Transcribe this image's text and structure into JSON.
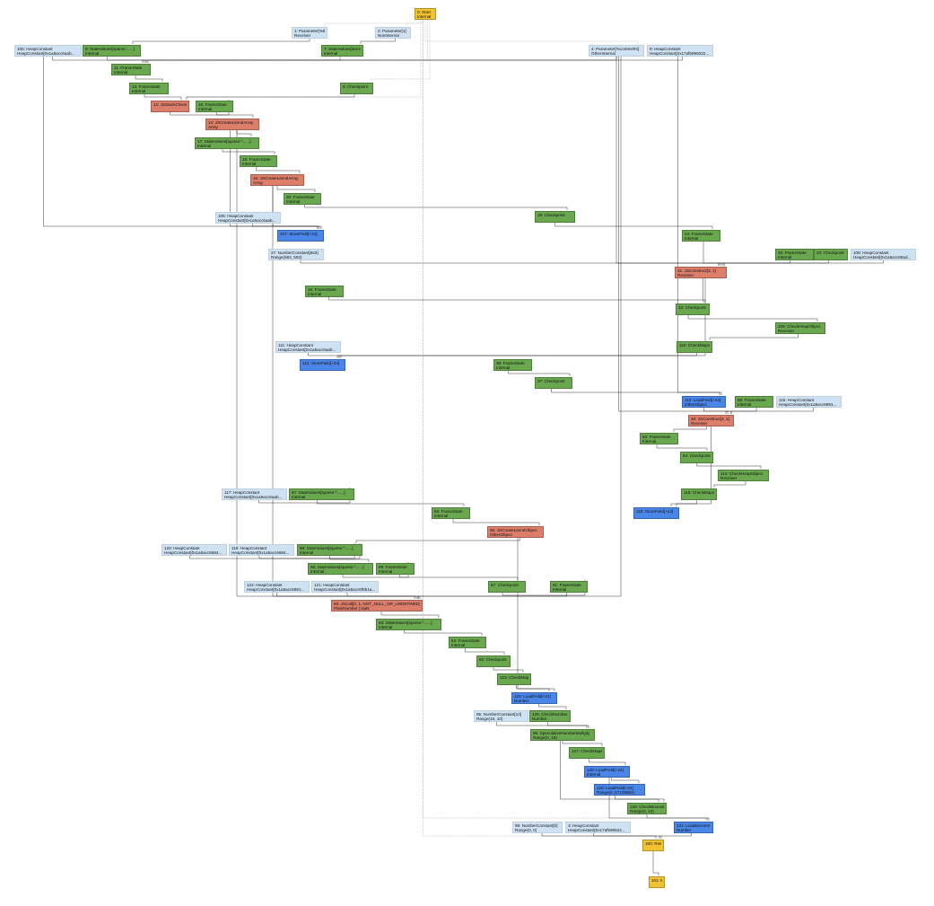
{
  "colors": {
    "green": "#6aa84f",
    "red": "#dd7e6b",
    "blue": "#4a86e8",
    "yellow": "#f1c232",
    "light": "#cfe2f3",
    "edge": "#222222",
    "edge_light": "#b0b0b0"
  },
  "nodes": [
    {
      "id": "n0",
      "kind": "yellow",
      "l1": "0: Start",
      "l2": "Internal"
    },
    {
      "id": "n1",
      "kind": "light",
      "l1": "1: Parameter[%this#0]",
      "l2": "Receiver"
    },
    {
      "id": "n2",
      "kind": "light",
      "l1": "2: Parameter[1]",
      "l2": "NonInternal"
    },
    {
      "id": "n105",
      "kind": "light",
      "l1": "105: HeapConstant",
      "l2": "HeapConstant[0x1a5acc6aab..."
    },
    {
      "id": "n8",
      "kind": "green",
      "l1": "8: StateValues[sparse:......]",
      "l2": "Internal"
    },
    {
      "id": "n7",
      "kind": "green",
      "l1": "7: StateValues[dense]",
      "l2": "Internal"
    },
    {
      "id": "n4",
      "kind": "light",
      "l1": "4: Parameter[%context#4]",
      "l2": "OtherInternal"
    },
    {
      "id": "n9",
      "kind": "light",
      "l1": "9: HeapConstant",
      "l2": "HeapConstant[0x17af5996022..."
    },
    {
      "id": "n11",
      "kind": "green",
      "l1": "11: FrameState",
      "l2": "Internal"
    },
    {
      "id": "n13",
      "kind": "green",
      "l1": "13: FrameState",
      "l2": "Internal"
    },
    {
      "id": "n6",
      "kind": "green",
      "l1": "6: Checkpoint",
      "l2": ""
    },
    {
      "id": "n12",
      "kind": "red",
      "l1": "12: JSStackCheck",
      "l2": ""
    },
    {
      "id": "n15",
      "kind": "green",
      "l1": "15: FrameState",
      "l2": "Internal"
    },
    {
      "id": "n14",
      "kind": "red",
      "l1": "14: JSCreateLiteralArray",
      "l2": "Array"
    },
    {
      "id": "n17",
      "kind": "green",
      "l1": "17: StateValues[sparse:^......]",
      "l2": "Internal"
    },
    {
      "id": "n18",
      "kind": "green",
      "l1": "18: FrameState",
      "l2": "Internal"
    },
    {
      "id": "n16",
      "kind": "red",
      "l1": "16: JSCreateLiteralArray",
      "l2": "Array"
    },
    {
      "id": "n20",
      "kind": "green",
      "l1": "20: FrameState",
      "l2": "Internal"
    },
    {
      "id": "n106",
      "kind": "light",
      "l1": "106: HeapConstant",
      "l2": "HeapConstant[0x1a5acc6aab..."
    },
    {
      "id": "n19",
      "kind": "green",
      "l1": "19: Checkpoint",
      "l2": ""
    },
    {
      "id": "n107",
      "kind": "blue",
      "l1": "107: StoreField[+24]",
      "l2": ""
    },
    {
      "id": "n24",
      "kind": "green",
      "l1": "24: FrameState",
      "l2": "Internal"
    },
    {
      "id": "n27",
      "kind": "light",
      "l1": "27: NumberConstant[563]",
      "l2": "Range(563, 563)"
    },
    {
      "id": "n32",
      "kind": "green",
      "l1": "32: FrameState",
      "l2": "Internal"
    },
    {
      "id": "n23",
      "kind": "green",
      "l1": "23: Checkpoint",
      "l2": ""
    },
    {
      "id": "n108",
      "kind": "light",
      "l1": "108: HeapConstant",
      "l2": "HeapConstant[0x1a5acc68ad..."
    },
    {
      "id": "n31",
      "kind": "red",
      "l1": "31: JSConstruct[3, 1]",
      "l2": "Receiver"
    },
    {
      "id": "n34",
      "kind": "green",
      "l1": "34: FrameState",
      "l2": "Internal"
    },
    {
      "id": "n33",
      "kind": "green",
      "l1": "33: Checkpoint",
      "l2": ""
    },
    {
      "id": "n109",
      "kind": "green",
      "l1": "109: CheckHeapObject",
      "l2": "Receiver"
    },
    {
      "id": "n111",
      "kind": "light",
      "l1": "111: HeapConstant",
      "l2": "HeapConstant[0x1a5acc6aab..."
    },
    {
      "id": "n110",
      "kind": "green",
      "l1": "110: CheckMaps",
      "l2": ""
    },
    {
      "id": "n112",
      "kind": "blue",
      "l1": "112: StoreField[+24]",
      "l2": ""
    },
    {
      "id": "n36",
      "kind": "green",
      "l1": "36: FrameState",
      "l2": "Internal"
    },
    {
      "id": "n37",
      "kind": "green",
      "l1": "37: Checkpoint",
      "l2": ""
    },
    {
      "id": "n113",
      "kind": "blue",
      "l1": "113: LoadField[+24]",
      "l2": "OtherObject"
    },
    {
      "id": "n58",
      "kind": "green",
      "l1": "58: FrameState",
      "l2": "Internal"
    },
    {
      "id": "n115",
      "kind": "light",
      "l1": "115: HeapConstant",
      "l2": "HeapConstant[0x1a5acc6891..."
    },
    {
      "id": "n48",
      "kind": "red",
      "l1": "48: JSConstruct[3, 1]",
      "l2": "Receiver"
    },
    {
      "id": "n53",
      "kind": "green",
      "l1": "53: FrameState",
      "l2": "Internal"
    },
    {
      "id": "n54",
      "kind": "green",
      "l1": "54: Checkpoint",
      "l2": ""
    },
    {
      "id": "n114",
      "kind": "green",
      "l1": "114: CheckHeapObject",
      "l2": "Receiver"
    },
    {
      "id": "n117",
      "kind": "light",
      "l1": "117: HeapConstant",
      "l2": "HeapConstant[0x1a5acc6aab..."
    },
    {
      "id": "n57",
      "kind": "green",
      "l1": "57: StateValues[sparse:^......]",
      "l2": "Internal"
    },
    {
      "id": "n116",
      "kind": "green",
      "l1": "116: CheckMaps",
      "l2": ""
    },
    {
      "id": "n56",
      "kind": "green",
      "l1": "56: FrameState",
      "l2": "Internal"
    },
    {
      "id": "n118",
      "kind": "blue",
      "l1": "118: StoreField[+24]",
      "l2": ""
    },
    {
      "id": "n65",
      "kind": "red",
      "l1": "65: JSCreateLiteralObject",
      "l2": "OtherObject"
    },
    {
      "id": "n120",
      "kind": "light",
      "l1": "120: HeapConstant",
      "l2": "HeapConstant[0x1a5acc6684..."
    },
    {
      "id": "n119",
      "kind": "light",
      "l1": "119: HeapConstant",
      "l2": "HeapConstant[0x1a5acc6684..."
    },
    {
      "id": "n68",
      "kind": "green",
      "l1": "68: StateValues[sparse:^......]",
      "l2": "Internal"
    },
    {
      "id": "n66",
      "kind": "green",
      "l1": "66: StateValues[sparse:^......]",
      "l2": "Internal"
    },
    {
      "id": "n69",
      "kind": "green",
      "l1": "69: FrameState",
      "l2": "Internal"
    },
    {
      "id": "n67",
      "kind": "green",
      "l1": "67: Checkpoint",
      "l2": ""
    },
    {
      "id": "n61",
      "kind": "green",
      "l1": "61: FrameState",
      "l2": "Internal"
    },
    {
      "id": "n122",
      "kind": "light",
      "l1": "122: HeapConstant",
      "l2": "HeapConstant[0x1a5acc6891..."
    },
    {
      "id": "n121",
      "kind": "light",
      "l1": "121: HeapConstant",
      "l2": "HeapConstant[0x1a5acc6f6b1a..."
    },
    {
      "id": "n60",
      "kind": "red",
      "l1": "60: JSCall[3, 1, NOT_NULL_OR_UNDEFINED]",
      "l2": "PlainNumber | NaN"
    },
    {
      "id": "n63",
      "kind": "green",
      "l1": "63: StateValues[sparse:^......]",
      "l2": "Internal"
    },
    {
      "id": "n64",
      "kind": "green",
      "l1": "64: FrameState",
      "l2": "Internal"
    },
    {
      "id": "n62",
      "kind": "green",
      "l1": "62: Checkpoint",
      "l2": ""
    },
    {
      "id": "n123",
      "kind": "green",
      "l1": "123: CheckMaps",
      "l2": ""
    },
    {
      "id": "n124",
      "kind": "blue",
      "l1": "124: LoadField[+24]",
      "l2": "Number"
    },
    {
      "id": "n95",
      "kind": "light",
      "l1": "95: NumberConstant[10]",
      "l2": "Range(10, 10)"
    },
    {
      "id": "n125",
      "kind": "green",
      "l1": "125: CheckNumber",
      "l2": "Number"
    },
    {
      "id": "n96",
      "kind": "green",
      "l1": "96: SpeculativeNumberMultiply",
      "l2": "Range(0, 10)"
    },
    {
      "id": "n127",
      "kind": "green",
      "l1": "127: CheckMaps",
      "l2": ""
    },
    {
      "id": "n128",
      "kind": "blue",
      "l1": "128: LoadField[+24]",
      "l2": "Internal"
    },
    {
      "id": "n129",
      "kind": "blue",
      "l1": "129: LoadField[+24]",
      "l2": "Range(0, 67108862)"
    },
    {
      "id": "n130",
      "kind": "green",
      "l1": "130: CheckBounds",
      "l2": "Range(0, 10)"
    },
    {
      "id": "n99",
      "kind": "light",
      "l1": "99: NumberConstant[0]",
      "l2": "Range(0, 0)"
    },
    {
      "id": "n3",
      "kind": "light",
      "l1": "3: HeapConstant",
      "l2": "HeapConstant[0x17af599622..."
    },
    {
      "id": "n131",
      "kind": "blue",
      "l1": "131: LoadElement",
      "l2": "Number"
    },
    {
      "id": "n100",
      "kind": "yellow",
      "l1": "100: Return",
      "l2": ""
    },
    {
      "id": "n101",
      "kind": "yellow",
      "l1": "101: End",
      "l2": ""
    }
  ]
}
